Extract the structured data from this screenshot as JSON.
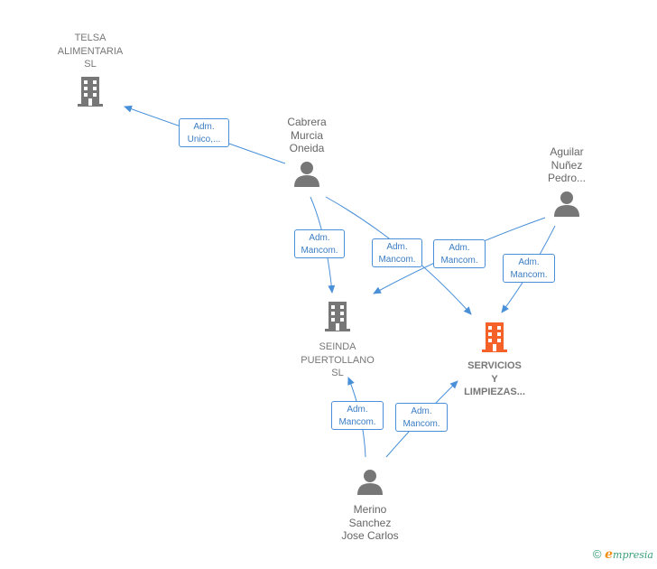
{
  "nodes": {
    "telsa": {
      "label": "TELSA\nALIMENTARIA\nSL"
    },
    "seinda": {
      "label": "SEINDA\nPUERTOLLANO\nSL"
    },
    "servicios": {
      "label": "SERVICIOS\nY\nLIMPIEZAS..."
    },
    "cabrera": {
      "label": "Cabrera\nMurcia\nOneida"
    },
    "aguilar": {
      "label": "Aguilar\nNuñez\nPedro..."
    },
    "merino": {
      "label": "Merino\nSanchez\nJose Carlos"
    }
  },
  "relations": [
    {
      "line1": "Adm.",
      "line2": "Unico,..."
    },
    {
      "line1": "Adm.",
      "line2": "Mancom."
    },
    {
      "line1": "Adm.",
      "line2": "Mancom."
    },
    {
      "line1": "Adm.",
      "line2": "Mancom."
    },
    {
      "line1": "Adm.",
      "line2": "Mancom."
    },
    {
      "line1": "Adm.",
      "line2": "Mancom."
    },
    {
      "line1": "Adm.",
      "line2": "Mancom."
    }
  ],
  "colors": {
    "edge": "#4a90d9",
    "company_icon": "#777777",
    "main_company_icon": "#f4622a",
    "person_icon": "#777777"
  },
  "footer": {
    "copyright": "©",
    "brand": "mpresia",
    "brand_initial": "e"
  }
}
